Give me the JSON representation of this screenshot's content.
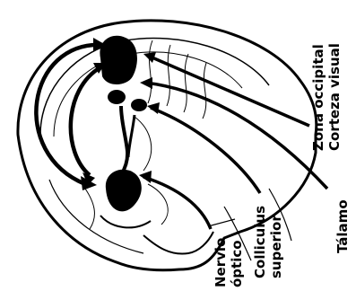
{
  "labels": {
    "zona_occipital": "Zona occipital",
    "corteza_visual": "Corteza visual",
    "talamo": "Tálamo",
    "colliculus": "Colliculus",
    "superior": "superior",
    "nervio": "Nervio",
    "optico": "óptico"
  },
  "colors": {
    "ink": "#000000",
    "paper": "#ffffff"
  }
}
